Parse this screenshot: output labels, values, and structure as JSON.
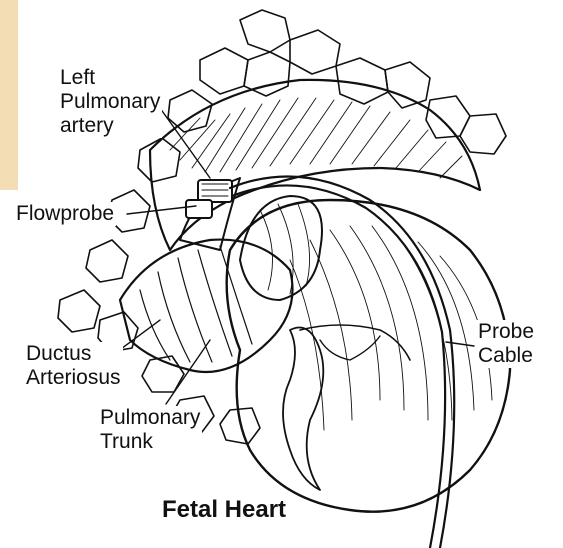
{
  "diagram": {
    "caption": "Fetal Heart",
    "labels": {
      "left_pulmonary_artery": [
        "Left",
        "Pulmonary",
        "artery"
      ],
      "flowprobe": "Flowprobe",
      "ductus_arteriosus": [
        "Ductus",
        "Arteriosus"
      ],
      "pulmonary_trunk": [
        "Pulmonary",
        "Trunk"
      ],
      "probe_cable": [
        "Probe",
        "Cable"
      ]
    }
  },
  "colors": {
    "accent_band": "#f2ddb4",
    "ink": "#111111"
  }
}
